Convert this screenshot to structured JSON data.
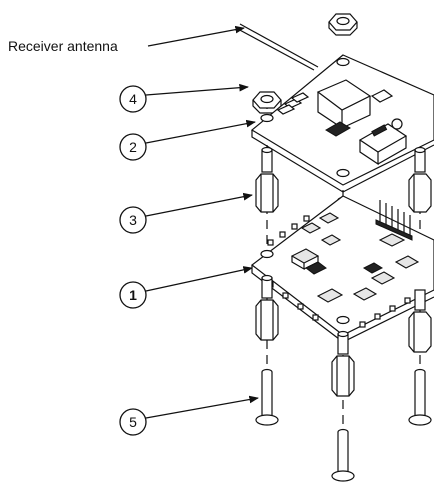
{
  "labels": {
    "receiver_antenna": "Receiver antenna"
  },
  "callouts": [
    "4",
    "2",
    "3",
    "1",
    "5"
  ],
  "colors": {
    "ink": "#111111",
    "paper": "#ffffff"
  }
}
